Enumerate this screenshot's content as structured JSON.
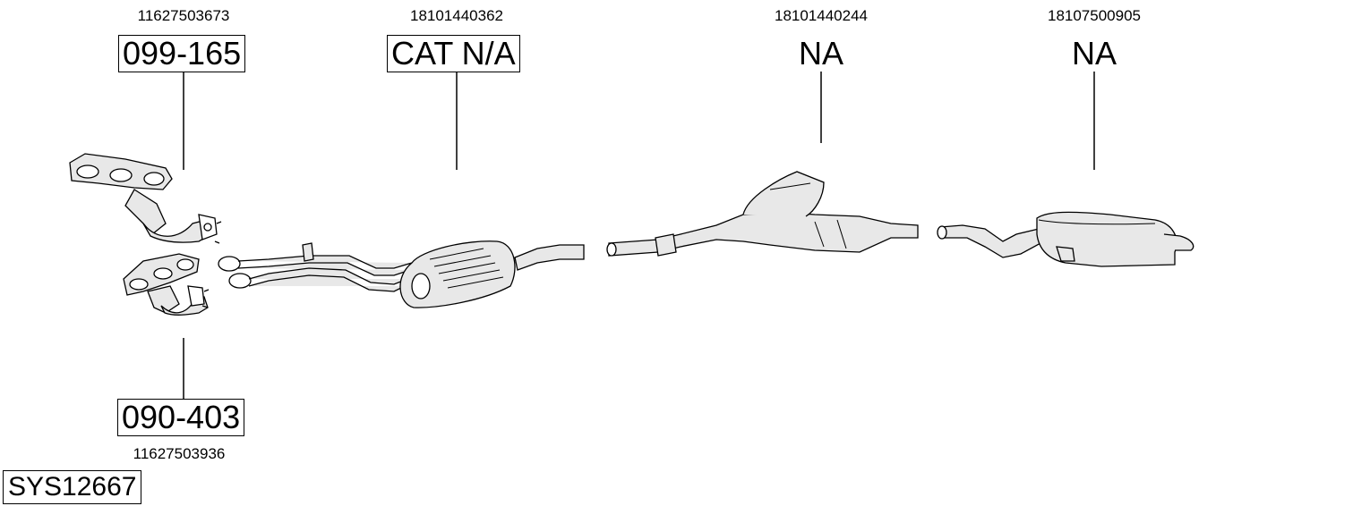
{
  "parts": [
    {
      "id": "manifold-upper",
      "part_number": "11627503673",
      "code": "099-165",
      "boxed": true
    },
    {
      "id": "catalytic-converter",
      "part_number": "18101440362",
      "code": "CAT N/A",
      "boxed": true
    },
    {
      "id": "middle-silencer",
      "part_number": "18101440244",
      "code": "NA",
      "boxed": false
    },
    {
      "id": "rear-silencer",
      "part_number": "18107500905",
      "code": "NA",
      "boxed": false
    },
    {
      "id": "manifold-lower",
      "part_number": "11627503936",
      "code": "090-403",
      "boxed": true
    }
  ],
  "system_code": "SYS12667",
  "colors": {
    "line": "#000000",
    "part_fill": "#e8e8e8",
    "part_shade": "#b0b0b0",
    "background": "#ffffff"
  }
}
